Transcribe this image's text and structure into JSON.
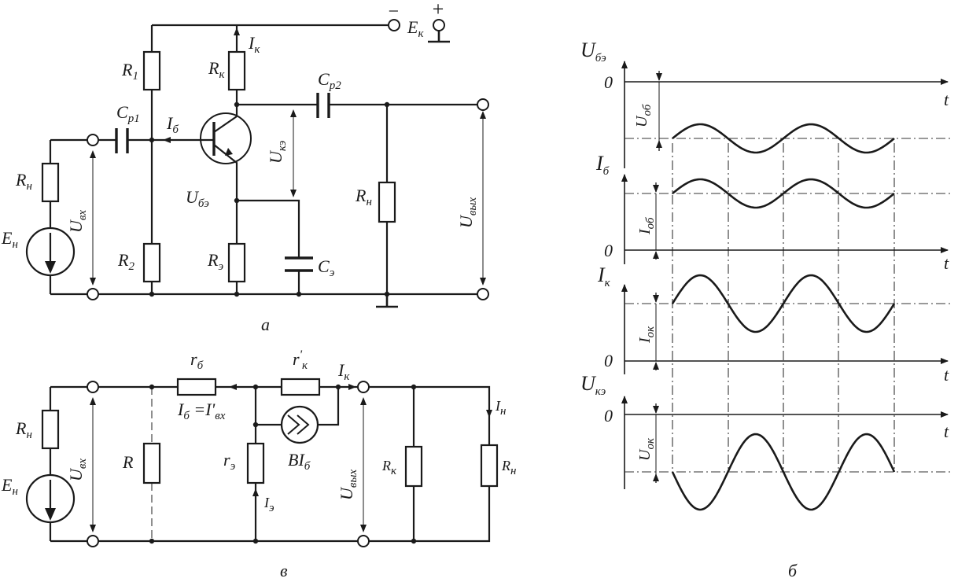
{
  "captions": {
    "a": "а",
    "b": "б",
    "v": "в"
  },
  "diagram_a": {
    "ek": "E",
    "ek_sub": "к",
    "ek_minus": "−",
    "ek_plus": "+",
    "ik": "I",
    "ik_sub": "к",
    "r1": "R",
    "r1_sub": "1",
    "rk": "R",
    "rk_sub": "к",
    "cp2": "C",
    "cp2_sub": "p2",
    "cp1": "C",
    "cp1_sub": "p1",
    "ib": "I",
    "ib_sub": "б",
    "uke": "U",
    "uke_sub": "кэ",
    "ube": "U",
    "ube_sub": "бэ",
    "rn_load": "R",
    "rn_load_sub": "н",
    "uvyh": "U",
    "uvyh_sub": "вых",
    "rn_src": "R",
    "rn_src_sub": "н",
    "en": "E",
    "en_sub": "н",
    "uvh": "U",
    "uvh_sub": "вх",
    "r2": "R",
    "r2_sub": "2",
    "re": "R",
    "re_sub": "э",
    "ce": "C",
    "ce_sub": "э"
  },
  "diagram_v": {
    "rb": "r",
    "rb_sub": "б",
    "rk": "r",
    "rk_sub": "к",
    "rk_prime": "'",
    "ik": "I",
    "ik_sub": "к",
    "ib_eq": "I",
    "ib_eq_sub": "б",
    "ib_eq_rest": " =I'",
    "ib_eq_rest_sub": "вх",
    "in": "I",
    "in_sub": "н",
    "rn_src": "R",
    "rn_src_sub": "н",
    "en": "E",
    "en_sub": "н",
    "uvh": "U",
    "uvh_sub": "вх",
    "r": "R",
    "re": "r",
    "re_sub": "э",
    "bib": "BI",
    "bib_sub": "б",
    "ie": "I",
    "ie_sub": "э",
    "uvyh": "U",
    "uvyh_sub": "вых",
    "rk_load": "R",
    "rk_load_sub": "к",
    "rn_load": "R",
    "rn_load_sub": "н"
  },
  "plots_b": {
    "ube": "U",
    "ube_sub": "бэ",
    "uob": "U",
    "uob_sub": "об",
    "ib": "I",
    "ib_sub": "б",
    "iob": "I",
    "iob_sub": "об",
    "ik": "I",
    "ik_sub": "к",
    "iok": "I",
    "iok_sub": "ок",
    "uke": "U",
    "uke_sub": "кэ",
    "uok": "U",
    "uok_sub": "ок",
    "zero": "0",
    "t": "t"
  }
}
